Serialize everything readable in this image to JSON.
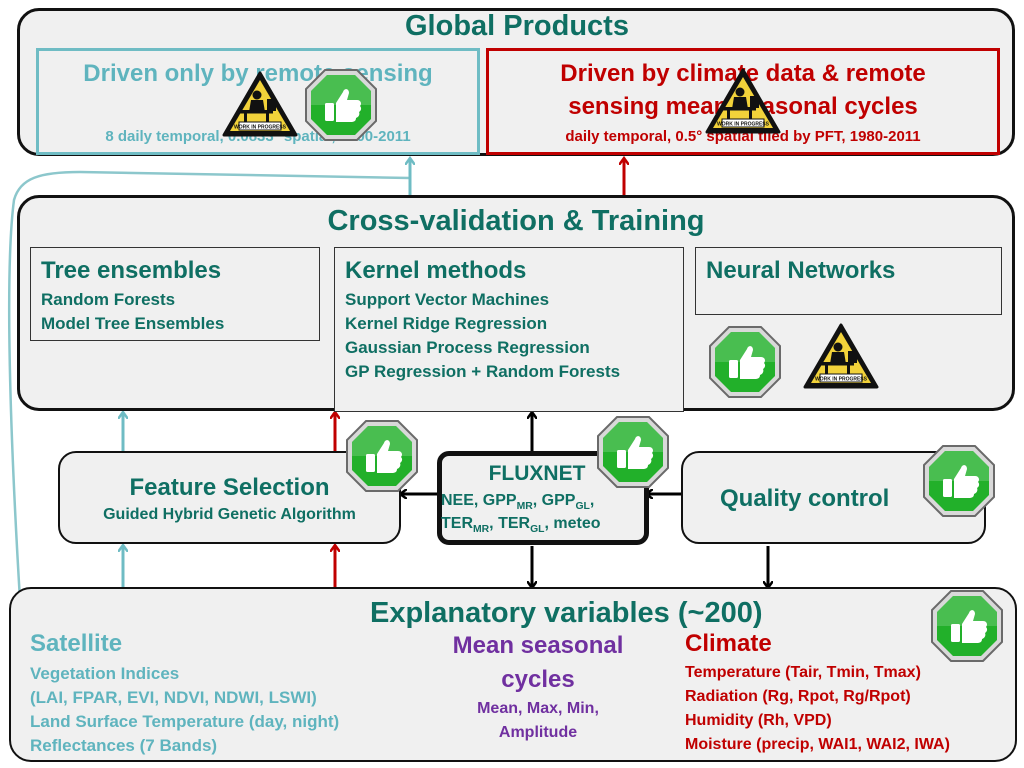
{
  "global": {
    "title": "Global Products",
    "left_title": "Driven only by remote sensing",
    "left_title_line2": "c",
    "left_sub": "8 daily temporal, 0.0833° spatial, 2000-2011",
    "right_title_1": "Driven by climate data & remote",
    "right_title_2": "sensing mean seasonal cycles",
    "right_sub": "daily temporal, 0.5° spatial tiled by PFT, 1980-2011"
  },
  "cv": {
    "title": "Cross-validation & Training",
    "tree": {
      "title": "Tree ensembles",
      "items": [
        "Random Forests",
        "Model Tree Ensembles"
      ]
    },
    "kernel": {
      "title": "Kernel methods",
      "items": [
        "Support Vector Machines",
        "Kernel Ridge Regression",
        "Gaussian Process Regression",
        "GP Regression + Random Forests"
      ]
    },
    "nn": {
      "title": "Neural Networks"
    }
  },
  "feature": {
    "title": "Feature Selection",
    "sub": "Guided Hybrid Genetic Algorithm"
  },
  "fluxnet": {
    "title": "FLUXNET",
    "line1": {
      "a": "NEE, GPP",
      "b": "MR",
      "c": ", GPP",
      "d": "GL",
      "e": ","
    },
    "line2": {
      "a": "TER",
      "b": "MR",
      "c": ", TER",
      "d": "GL",
      "e": ", meteo"
    }
  },
  "quality": {
    "title": "Quality control"
  },
  "explan": {
    "title": "Explanatory variables (~200)",
    "satellite": {
      "title": "Satellite",
      "items": [
        "Vegetation Indices",
        "(LAI, FPAR, EVI, NDVI, NDWI, LSWI)",
        "Land Surface Temperature (day, night)",
        "Reflectances (7 Bands)"
      ]
    },
    "seasonal": {
      "title_1": "Mean seasonal",
      "title_2": "cycles",
      "sub_1": "Mean, Max, Min,",
      "sub_2": "Amplitude"
    },
    "climate": {
      "title": "Climate",
      "items": [
        "Temperature (Tair, Tmin, Tmax)",
        "Radiation (Rg, Rpot, Rg/Rpot)",
        "Humidity (Rh, VPD)",
        "Moisture (precip, WAI1, WAI2, IWA)"
      ]
    }
  },
  "badges": {
    "wip": "WORK IN PROGRESS"
  },
  "colors": {
    "teal": "#0f6f63",
    "light_teal": "#5fb4be",
    "red": "#c00000",
    "purple": "#7030a0",
    "green": "#22b02a"
  }
}
